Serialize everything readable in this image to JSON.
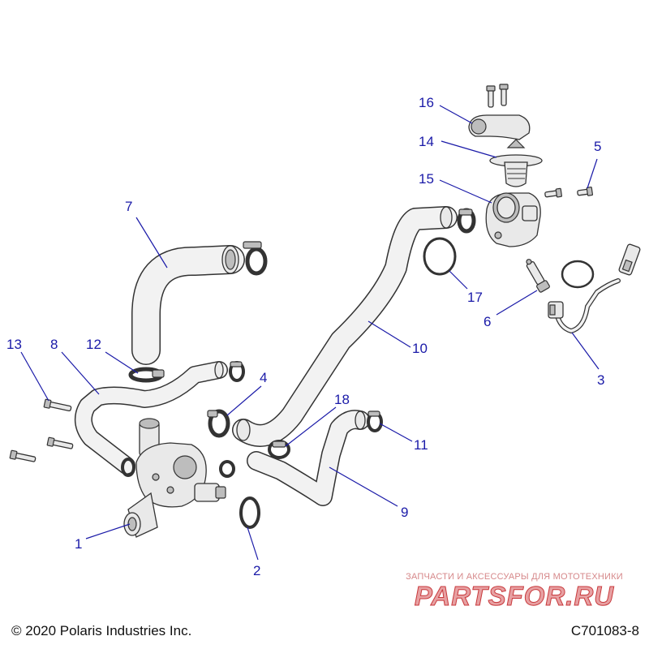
{
  "callouts": [
    {
      "id": "callout-1",
      "label": "1"
    },
    {
      "id": "callout-2",
      "label": "2"
    },
    {
      "id": "callout-3",
      "label": "3"
    },
    {
      "id": "callout-4",
      "label": "4"
    },
    {
      "id": "callout-5",
      "label": "5"
    },
    {
      "id": "callout-6",
      "label": "6"
    },
    {
      "id": "callout-7",
      "label": "7"
    },
    {
      "id": "callout-8",
      "label": "8"
    },
    {
      "id": "callout-9",
      "label": "9"
    },
    {
      "id": "callout-10",
      "label": "10"
    },
    {
      "id": "callout-11",
      "label": "11"
    },
    {
      "id": "callout-12",
      "label": "12"
    },
    {
      "id": "callout-13",
      "label": "13"
    },
    {
      "id": "callout-14",
      "label": "14"
    },
    {
      "id": "callout-15",
      "label": "15"
    },
    {
      "id": "callout-16",
      "label": "16"
    },
    {
      "id": "callout-17",
      "label": "17"
    },
    {
      "id": "callout-18",
      "label": "18"
    }
  ],
  "footer": {
    "copyright": "© 2020 Polaris Industries Inc.",
    "drawing_code": "C701083-8"
  },
  "watermark": {
    "tagline": "ЗАПЧАСТИ И АКСЕССУАРЫ ДЛЯ МОТОТЕХНИКИ",
    "logo": "PARTSFOR.RU"
  },
  "colors": {
    "callout": "#1a1aa8",
    "line_art": "#333333",
    "watermark": "#c8393c"
  }
}
